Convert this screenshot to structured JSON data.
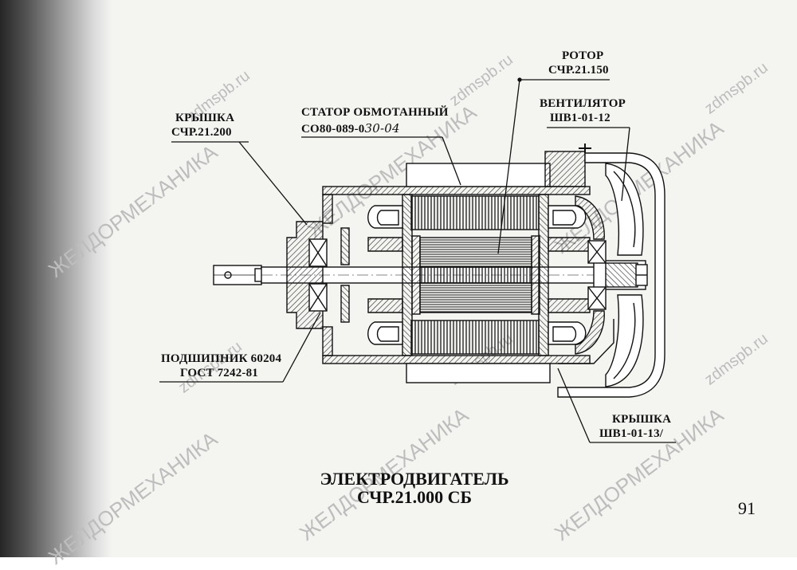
{
  "labels": {
    "rotor_title": "РОТОР",
    "rotor_code": "СЧР.21.150",
    "fan_title": "ВЕНТИЛЯТОР",
    "fan_code": "ШВ1-01-12",
    "cover_title": "КРЫШКА",
    "cover_code": "СЧР.21.200",
    "stator_title": "СТАТОР ОБМОТАННЫЙ",
    "stator_code_printed": "СО80-089-0",
    "stator_code_hand": "30-04",
    "bearing_title": "ПОДШИПНИК 60204",
    "bearing_code": "ГОСТ 7242-81",
    "fan_cover_title": "КРЫШКА",
    "fan_cover_code": "ШВ1-01-13/"
  },
  "title": {
    "line1": "ЭЛЕКТРОДВИГАТЕЛЬ",
    "line2": "СЧР.21.000 СБ"
  },
  "page_number": "91",
  "watermarks": [
    "ЖЕЛДОРМЕХАНИКА",
    "zdmspb.ru"
  ],
  "colors": {
    "ink": "#111111",
    "paper": "#f4f4f1",
    "watermark": "#bdbdbd"
  }
}
